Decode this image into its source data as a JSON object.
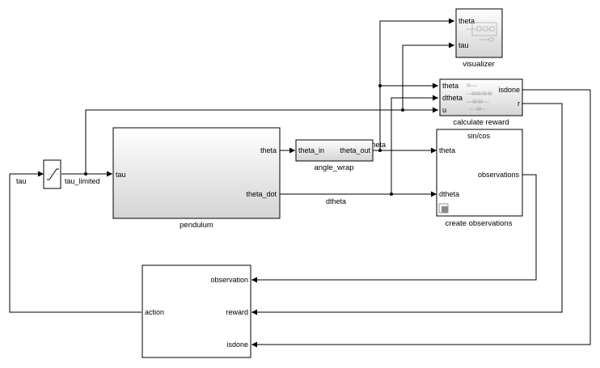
{
  "signals": {
    "tau_in": "tau",
    "tau_limited": "tau_limited",
    "dtheta": "dtheta",
    "theta": "theta"
  },
  "blocks": {
    "pendulum": {
      "name": "pendulum",
      "inputs": [
        "tau"
      ],
      "outputs": [
        "theta",
        "theta_dot"
      ]
    },
    "angle_wrap": {
      "name": "angle_wrap",
      "inputs": [
        "theta_in"
      ],
      "outputs": [
        "theta_out"
      ]
    },
    "visualizer": {
      "name": "visualizer",
      "inputs": [
        "theta",
        "tau"
      ]
    },
    "calculate_reward": {
      "name": "calculate reward",
      "inputs": [
        "theta",
        "dtheta",
        "u"
      ],
      "outputs": [
        "isdone",
        "r"
      ]
    },
    "create_observations": {
      "name": "create observations",
      "header": "sin/cos",
      "inputs": [
        "theta",
        "dtheta"
      ],
      "outputs": [
        "observations"
      ]
    },
    "agent": {
      "inputs": [
        "observation",
        "reward",
        "isdone"
      ],
      "outputs": [
        "action"
      ]
    }
  },
  "colors": {
    "line": "#000000",
    "block_fill": "#ffffff",
    "subsystem_gradient_top": "#ffffff",
    "subsystem_gradient_bottom": "#d4d4d4"
  }
}
